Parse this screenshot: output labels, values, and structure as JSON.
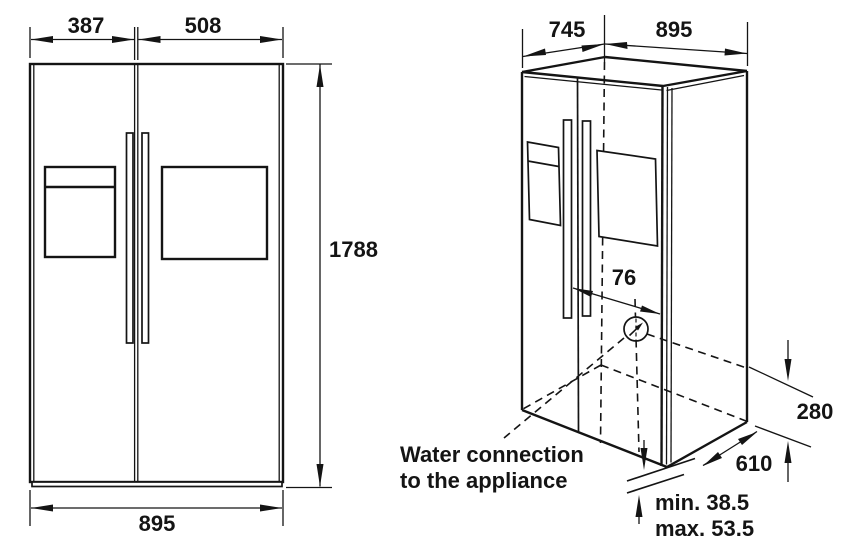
{
  "diagram": {
    "subject": "refrigerator-installation-dimensions",
    "colors": {
      "ink": "#141414",
      "background": "#ffffff"
    },
    "front_view": {
      "door_left_width_mm": "387",
      "door_right_width_mm": "508",
      "height_mm": "1788",
      "width_mm": "895"
    },
    "perspective_view": {
      "depth_mm": "745",
      "width_mm": "895",
      "connection_offset_mm": "76",
      "connection_height_mm": "280",
      "body_depth_mm": "610",
      "leveling_min": "min. 38.5",
      "leveling_max": "max. 53.5",
      "note_line1": "Water connection",
      "note_line2": "to the appliance"
    }
  }
}
